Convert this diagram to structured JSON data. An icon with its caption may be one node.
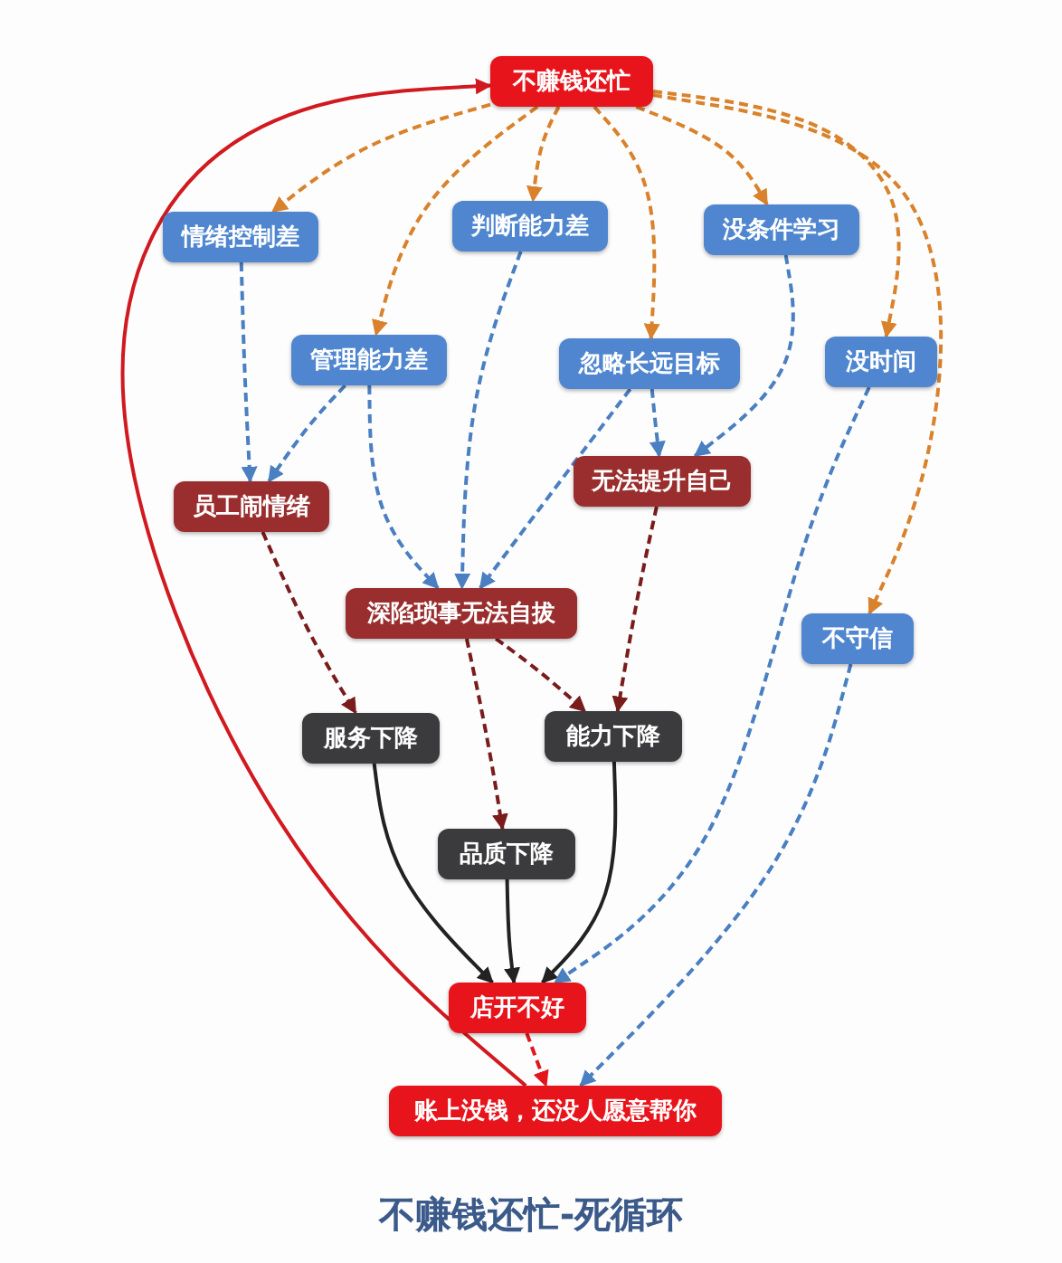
{
  "diagram": {
    "title": "不赚钱还忙-死循环",
    "nodes": [
      {
        "text": [
          "不赚钱还忙"
        ]
      },
      {
        "text": [
          "情绪控制差"
        ]
      },
      {
        "text": [
          "判断能力差"
        ]
      },
      {
        "text": [
          "没条件学习"
        ]
      },
      {
        "text": [
          "管理能力差"
        ]
      },
      {
        "text": [
          "忽略长远目标"
        ]
      },
      {
        "text": [
          "没时间"
        ]
      },
      {
        "text": [
          "员工闹情绪"
        ]
      },
      {
        "text": [
          "无法提升自己"
        ]
      },
      {
        "text": [
          "深陷琐事无法自拔"
        ]
      },
      {
        "text": [
          "不守信"
        ]
      },
      {
        "text": [
          "服务下降"
        ]
      },
      {
        "text": [
          "能力下降"
        ]
      },
      {
        "text": [
          "品质下降"
        ]
      },
      {
        "text": [
          "店开不好"
        ]
      },
      {
        "text": [
          "账上没钱，还没人愿意帮你"
        ]
      }
    ],
    "edges": [
      {
        "from": 0,
        "to": 1,
        "arrow": "to",
        "style": "dashed",
        "color": "#d9822b"
      },
      {
        "from": 0,
        "to": 4,
        "arrow": "to",
        "style": "dashed",
        "color": "#d9822b"
      },
      {
        "from": 0,
        "to": 2,
        "arrow": "to",
        "style": "dashed",
        "color": "#d9822b"
      },
      {
        "from": 0,
        "to": 5,
        "arrow": "to",
        "style": "dashed",
        "color": "#d9822b"
      },
      {
        "from": 0,
        "to": 3,
        "arrow": "to",
        "style": "dashed",
        "color": "#d9822b"
      },
      {
        "from": 0,
        "to": 6,
        "arrow": "to",
        "style": "dashed",
        "color": "#d9822b"
      },
      {
        "from": 0,
        "to": 10,
        "arrow": "to",
        "style": "dashed",
        "color": "#d9822b"
      },
      {
        "from": 1,
        "to": 7,
        "arrow": "to",
        "style": "dashed"
      },
      {
        "from": 4,
        "to": 7,
        "arrow": "to",
        "style": "dashed"
      },
      {
        "from": 4,
        "to": 9,
        "arrow": "to",
        "style": "dashed"
      },
      {
        "from": 2,
        "to": 9,
        "arrow": "to",
        "style": "dashed"
      },
      {
        "from": 5,
        "to": 9,
        "arrow": "to",
        "style": "dashed"
      },
      {
        "from": 5,
        "to": 8,
        "arrow": "to",
        "style": "dashed"
      },
      {
        "from": 3,
        "to": 8,
        "arrow": "to",
        "style": "dashed"
      },
      {
        "from": 7,
        "to": 11,
        "arrow": "to",
        "style": "dashed",
        "color": "#7a1c1c"
      },
      {
        "from": 9,
        "to": 13,
        "arrow": "to",
        "style": "dashed",
        "color": "#7a1c1c"
      },
      {
        "from": 9,
        "to": 12,
        "arrow": "to",
        "style": "dashed",
        "color": "#7a1c1c"
      },
      {
        "from": 8,
        "to": 12,
        "arrow": "to",
        "style": "dashed",
        "color": "#7a1c1c"
      },
      {
        "from": 11,
        "to": 14,
        "arrow": "to",
        "color": "#222222"
      },
      {
        "from": 13,
        "to": 14,
        "arrow": "to",
        "color": "#222222"
      },
      {
        "from": 12,
        "to": 14,
        "arrow": "to",
        "color": "#222222"
      },
      {
        "from": 6,
        "to": 14,
        "arrow": "to",
        "style": "dashed"
      },
      {
        "from": 10,
        "to": 15,
        "arrow": "to",
        "style": "dashed"
      },
      {
        "from": 14,
        "to": 15,
        "arrow": "to",
        "style": "dashed",
        "color": "#e3161b"
      },
      {
        "from": 15,
        "to": 0,
        "arrow": "to",
        "color": "#d11a1f"
      }
    ]
  }
}
